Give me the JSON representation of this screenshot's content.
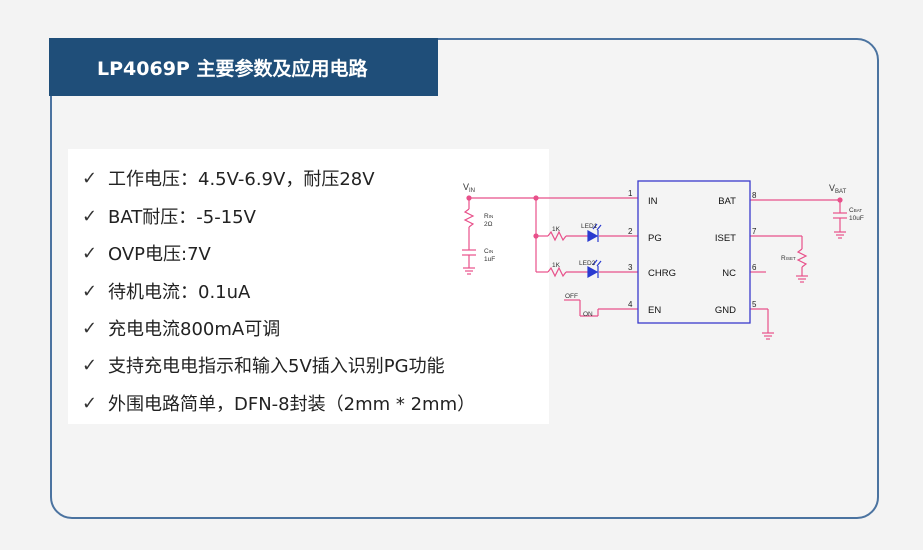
{
  "title": "LP4069P 主要参数及应用电路",
  "check_icon": "✓",
  "features": [
    "工作电压：4.5V-6.9V，耐压28V",
    "BAT耐压：-5-15V",
    "OVP电压:7V",
    "待机电流：0.1uA",
    "充电电流800mA可调",
    "支持充电电指示和输入5V插入识别PG功能",
    "外围电路简单，DFN-8封装（2mm * 2mm）"
  ],
  "circuit": {
    "vin_label": "V",
    "vin_sub": "IN",
    "vbat_label": "V",
    "vbat_sub": "BAT",
    "rin_label": "R",
    "rin_sub": "IN",
    "rin_value": "2Ω",
    "cin_label": "C",
    "cin_sub": "IN",
    "cin_value": "1uF",
    "cbat_label": "C",
    "cbat_sub": "BAT",
    "cbat_value": "10uF",
    "riset_label": "R",
    "riset_sub": "ISET",
    "r1_value": "1K",
    "r2_value": "1K",
    "led1_label": "LED1",
    "led2_label": "LED2",
    "switch_off": "OFF",
    "switch_on": "ON",
    "pins_left": [
      {
        "num": "1",
        "name": "IN"
      },
      {
        "num": "2",
        "name": "PG"
      },
      {
        "num": "3",
        "name": "CHRG"
      },
      {
        "num": "4",
        "name": "EN"
      }
    ],
    "pins_right": [
      {
        "num": "8",
        "name": "BAT"
      },
      {
        "num": "7",
        "name": "ISET"
      },
      {
        "num": "6",
        "name": "NC"
      },
      {
        "num": "5",
        "name": "GND"
      }
    ],
    "wire_color": "#e8508a",
    "chip_color": "#3a3acc",
    "led_color": "#2a3ad0"
  }
}
